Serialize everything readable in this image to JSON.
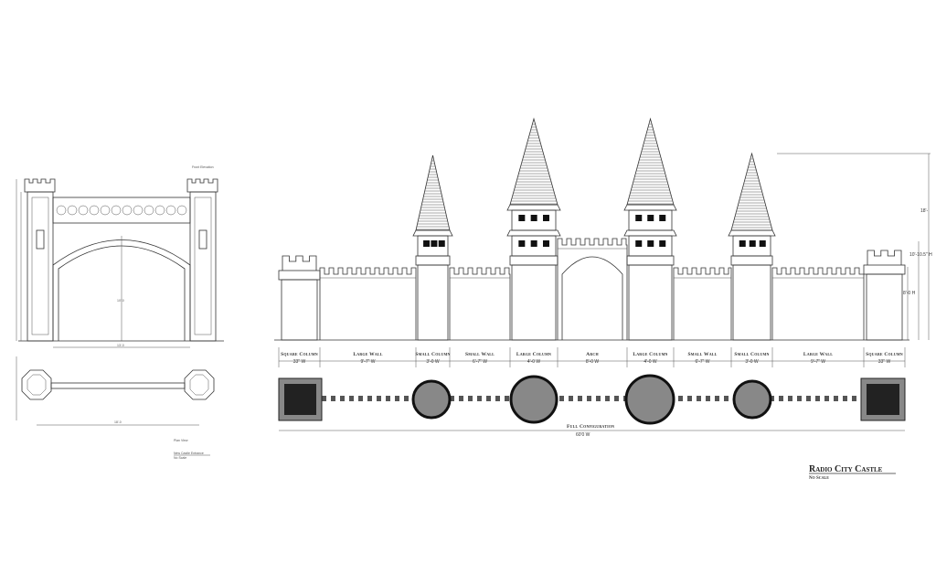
{
  "left_drawing": {
    "front_elevation_label": "Front Elevation",
    "plan_view_label": "Plan View",
    "caption_line1": "New Castle Entrance",
    "caption_line2": "No Scale",
    "width_dim": "13'-0",
    "height_dim": "10'-0",
    "plan_width_dim": "18'-0"
  },
  "main_drawing": {
    "segments": [
      {
        "label": "Square Column",
        "dim": "33\" W"
      },
      {
        "label": "Large Wall",
        "dim": "9'-7\" W"
      },
      {
        "label": "Small Column",
        "dim": "3'-0 W"
      },
      {
        "label": "Small Wall",
        "dim": "6'-7\" W"
      },
      {
        "label": "Large Column",
        "dim": "4'-0 W"
      },
      {
        "label": "Arch",
        "dim": "8'-0 W"
      },
      {
        "label": "Large Column",
        "dim": "4'-0 W"
      },
      {
        "label": "Small Wall",
        "dim": "6'-7\" W"
      },
      {
        "label": "Small Column",
        "dim": "3'-0 W"
      },
      {
        "label": "Large Wall",
        "dim": "9'-7\" W"
      },
      {
        "label": "Square Column",
        "dim": "33\" W"
      }
    ],
    "full_configuration_label": "Full Configuration",
    "full_width_dim": "60'0 W",
    "height_dims": {
      "total": "18'-",
      "square_column": "10'-10.5\" H",
      "wall": "8'-0 H"
    }
  },
  "title_block": {
    "title": "Radio City Castle",
    "subtitle": "No Scale"
  }
}
